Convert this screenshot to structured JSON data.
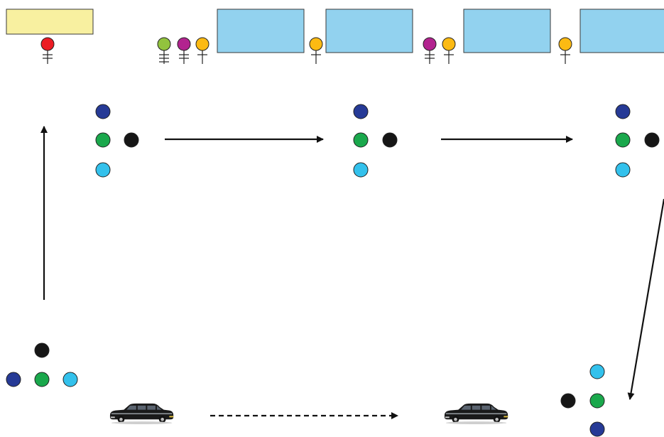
{
  "colors": {
    "navy": "#263a96",
    "green": "#1aa84c",
    "cyan": "#33c1ec",
    "black": "#161616",
    "red": "#ec1c24",
    "lime": "#92c33e",
    "magenta": "#b2238f",
    "gold": "#fcba13",
    "pale_yellow": "#f8f0a0",
    "sky_blue": "#92d2ef",
    "box_stroke": "#3a3a3a"
  },
  "icons": {
    "node_dot": "circle",
    "token": "female-symbol",
    "vehicle": "limousine"
  },
  "diagram": {
    "stations": [
      {
        "id": "station-1",
        "fill": "pale_yellow",
        "tokens": [
          {
            "color": "red",
            "bars": 2
          }
        ]
      },
      {
        "id": "station-2",
        "fill": "sky_blue",
        "tokens_before": [
          {
            "color": "lime",
            "bars": 3
          },
          {
            "color": "magenta",
            "bars": 2
          },
          {
            "color": "gold",
            "bars": 1
          }
        ]
      },
      {
        "id": "station-3",
        "fill": "sky_blue",
        "tokens_before": [
          {
            "color": "gold",
            "bars": 1
          }
        ]
      },
      {
        "id": "station-4",
        "fill": "sky_blue",
        "tokens_before": [
          {
            "color": "magenta",
            "bars": 2
          },
          {
            "color": "gold",
            "bars": 1
          }
        ]
      },
      {
        "id": "station-5",
        "fill": "sky_blue",
        "tokens_before": [
          {
            "color": "gold",
            "bars": 1
          }
        ]
      }
    ],
    "clusters": [
      {
        "id": "cluster-a",
        "orientation": "vertical-right",
        "dots": [
          "navy",
          "green",
          "cyan",
          "black"
        ]
      },
      {
        "id": "cluster-b",
        "orientation": "vertical-right",
        "dots": [
          "navy",
          "green",
          "cyan",
          "black"
        ]
      },
      {
        "id": "cluster-c",
        "orientation": "vertical-right",
        "dots": [
          "navy",
          "green",
          "cyan",
          "black"
        ]
      },
      {
        "id": "cluster-d",
        "orientation": "horizontal-top",
        "dots": [
          "navy",
          "green",
          "cyan",
          "black"
        ]
      },
      {
        "id": "cluster-e",
        "orientation": "vertical-left",
        "dots": [
          "cyan",
          "green",
          "navy",
          "black"
        ]
      }
    ],
    "arrows": [
      {
        "from": "cluster-d",
        "to": "cluster-a",
        "style": "solid"
      },
      {
        "from": "cluster-a",
        "to": "cluster-b",
        "style": "solid"
      },
      {
        "from": "cluster-b",
        "to": "cluster-c",
        "style": "solid"
      },
      {
        "from": "cluster-c",
        "to": "cluster-e",
        "style": "solid"
      },
      {
        "from": "limo-1",
        "to": "limo-2",
        "style": "dashed"
      }
    ],
    "vehicles": [
      {
        "id": "limo-1",
        "type": "limousine"
      },
      {
        "id": "limo-2",
        "type": "limousine"
      }
    ]
  }
}
